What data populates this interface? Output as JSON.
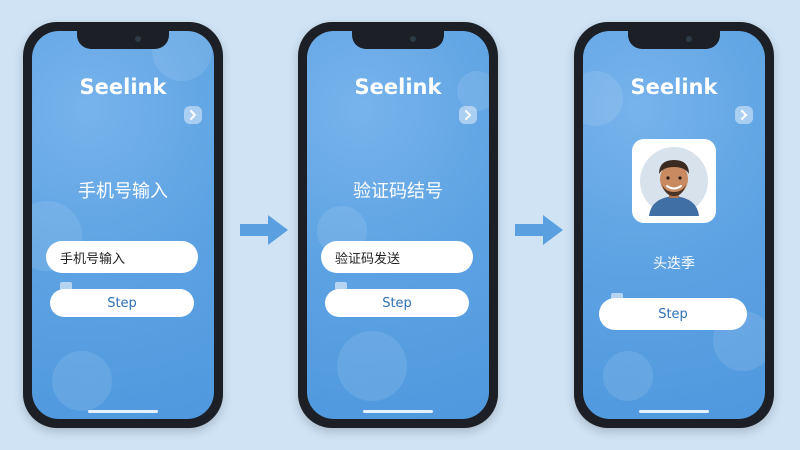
{
  "brand": "Seelink",
  "colors": {
    "background": "#cfe3f5",
    "screen": "#5ea3e3",
    "arrow": "#5aa0e0",
    "button_text": "#2e6fb6"
  },
  "icons": {
    "next": "chevron-right-icon",
    "flow_arrow": "arrow-right-icon",
    "avatar": "user-avatar-icon"
  },
  "screens": [
    {
      "title": "手机号输入",
      "input_value": "手机号输入",
      "button_label": "Step"
    },
    {
      "title": "验证码结号",
      "input_value": "验证码发送",
      "button_label": "Step"
    },
    {
      "title": "头迭季",
      "button_label": "Step"
    }
  ]
}
